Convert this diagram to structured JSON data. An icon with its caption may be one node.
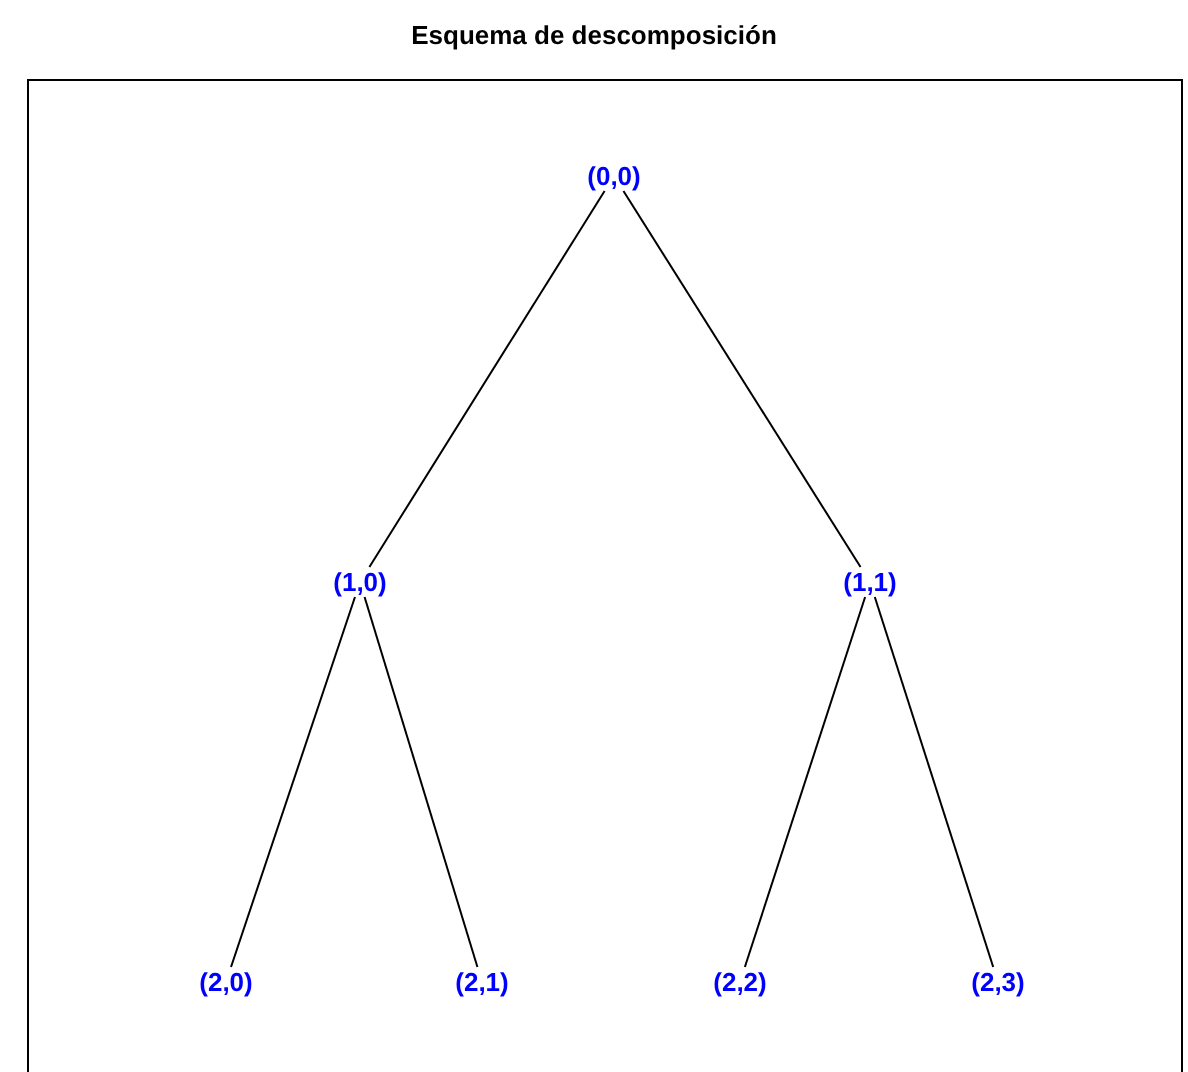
{
  "diagram": {
    "title": "Esquema de descomposición",
    "nodes": [
      {
        "text": [
          "(0,0)"
        ]
      },
      {
        "text": [
          "(1,0)"
        ]
      },
      {
        "text": [
          "(1,1)"
        ]
      },
      {
        "text": [
          "(2,0)"
        ]
      },
      {
        "text": [
          "(2,1)"
        ]
      },
      {
        "text": [
          "(2,2)"
        ]
      },
      {
        "text": [
          "(2,3)"
        ]
      }
    ],
    "edges": [
      {
        "from": 0,
        "to": 1,
        "arrow": "none"
      },
      {
        "from": 0,
        "to": 2,
        "arrow": "none"
      },
      {
        "from": 1,
        "to": 3,
        "arrow": "none"
      },
      {
        "from": 1,
        "to": 4,
        "arrow": "none"
      },
      {
        "from": 2,
        "to": 5,
        "arrow": "none"
      },
      {
        "from": 2,
        "to": 6,
        "arrow": "none"
      }
    ]
  }
}
